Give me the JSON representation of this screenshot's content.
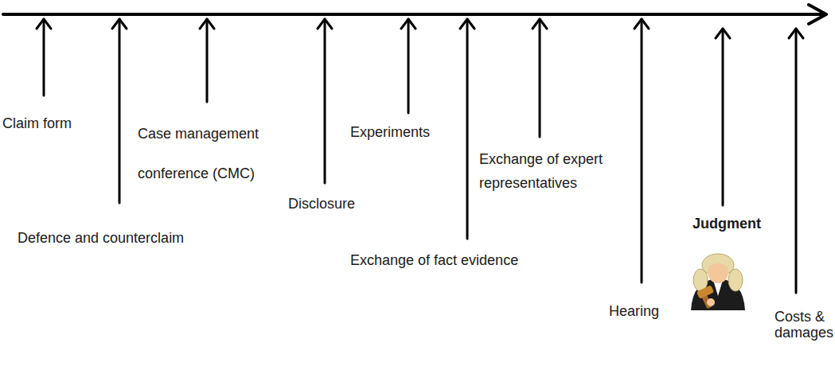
{
  "diagram": {
    "labels": [
      "Claim form",
      "Defence and counterclaim",
      "Case management conference (CMC)",
      "Disclosure",
      "Experiments",
      "Exchange of fact evidence",
      "Exchange of expert representatives",
      "Hearing",
      "Judgment",
      "Costs & damages"
    ]
  }
}
